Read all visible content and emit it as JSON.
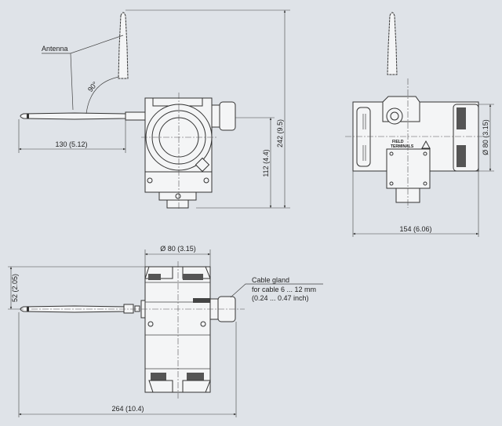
{
  "labels": {
    "antenna": "Antenna",
    "angle": "90°",
    "dim_antenna_length": "130 (5.12)",
    "dim_total_height": "242 (9.5)",
    "dim_lower_height": "112 (4.4)",
    "dim_side_diameter": "Ø 80 (3.15)",
    "dim_side_width": "154 (6.06)",
    "dim_top_diameter": "Ø 80 (3.15)",
    "dim_antenna_offset": "52 (2.05)",
    "dim_total_width": "264 (10.4)",
    "cable_gland_line1": "Cable gland",
    "cable_gland_line2": "for cable 6 ... 12 mm",
    "cable_gland_line3": "(0.24 ... 0.47 inch)",
    "field_terminals_line1": "FIELD",
    "field_terminals_line2": "TERMINALS"
  }
}
